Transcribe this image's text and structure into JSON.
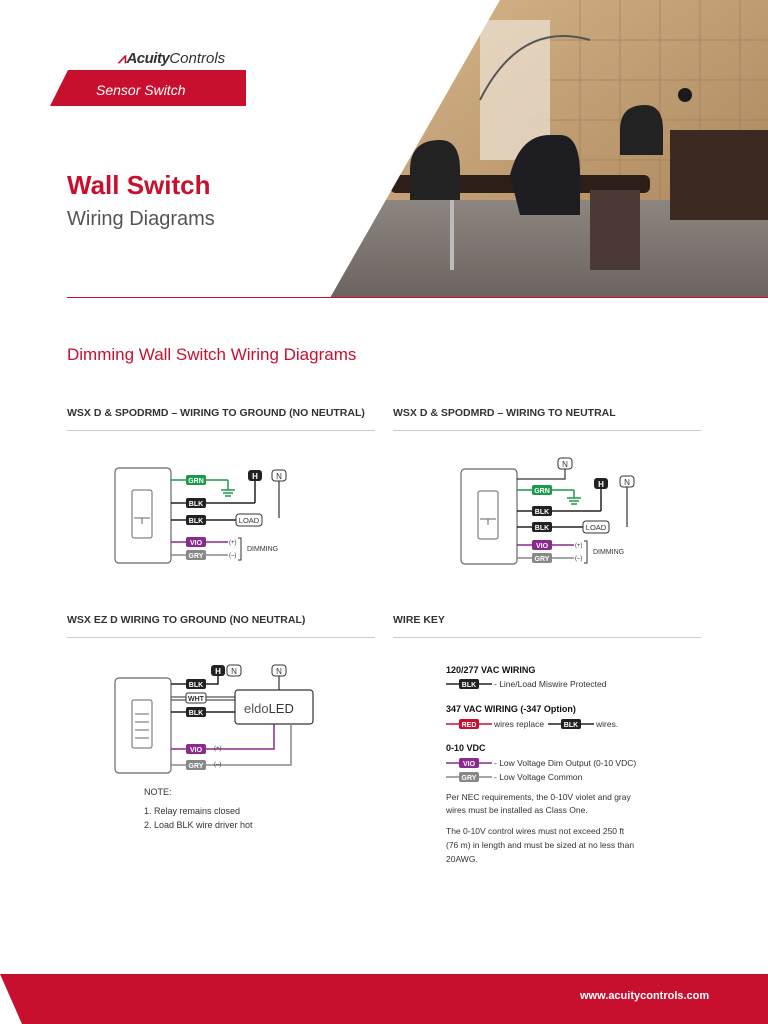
{
  "brand": {
    "name_bold": "Acuity",
    "name_rest": "Controls",
    "product_line": "Sensor Switch"
  },
  "header": {
    "title": "Wall Switch",
    "subtitle": "Wiring Diagrams"
  },
  "section_title": "Dimming Wall Switch Wiring Diagrams",
  "diagram1": {
    "caption": "WSX D & SPODRMD – WIRING TO GROUND (NO NEUTRAL)",
    "grn": "GRN",
    "blk": "BLK",
    "vio": "VIO",
    "gry": "GRY",
    "h": "H",
    "n": "N",
    "load": "LOAD",
    "plus": "(+)",
    "minus": "(–)",
    "dimming": "DIMMING"
  },
  "diagram2": {
    "caption": "WSX D & SPODMRD – WIRING TO NEUTRAL",
    "grn": "GRN",
    "blk": "BLK",
    "vio": "VIO",
    "gry": "GRY",
    "h": "H",
    "n": "N",
    "load": "LOAD",
    "plus": "(+)",
    "minus": "(–)",
    "dimming": "DIMMING"
  },
  "diagram3": {
    "caption": "WSX EZ D WIRING TO GROUND (NO NEUTRAL)",
    "blk": "BLK",
    "wht": "WHT",
    "vio": "VIO",
    "gry": "GRY",
    "h": "H",
    "n": "N",
    "driver_a": "eldo",
    "driver_b": "LED",
    "plus": "(+)",
    "minus": "(–)",
    "note_title": "NOTE:",
    "note1": "1. Relay remains closed",
    "note2": "2. Load BLK wire driver hot"
  },
  "wire_key": {
    "caption": "WIRE KEY",
    "h1": "120/277 VAC WIRING",
    "blk": "BLK",
    "l1": "- Line/Load Miswire Protected",
    "h2": "347 VAC WIRING (-347 Option)",
    "red": "RED",
    "l2a": "wires replace",
    "l2b": "wires.",
    "h3": "0-10 VDC",
    "vio": "VIO",
    "l3": "- Low Voltage Dim Output (0-10 VDC)",
    "gry": "GRY",
    "l4": "- Low Voltage Common",
    "p1a": "Per NEC requirements, the 0-10V violet and gray",
    "p1b": "wires must be installed as Class One.",
    "p2a": "The 0-10V control wires must not exceed 250 ft",
    "p2b": "(76 m) in length and must be sized at no less than",
    "p2c": "20AWG."
  },
  "footer": {
    "url": "www.acuitycontrols.com"
  },
  "colors": {
    "accent": "#c8102e",
    "grn": "#1a9a4a",
    "blk": "#222222",
    "vio": "#8a2a8c",
    "gry": "#888888",
    "red": "#c8102e"
  }
}
